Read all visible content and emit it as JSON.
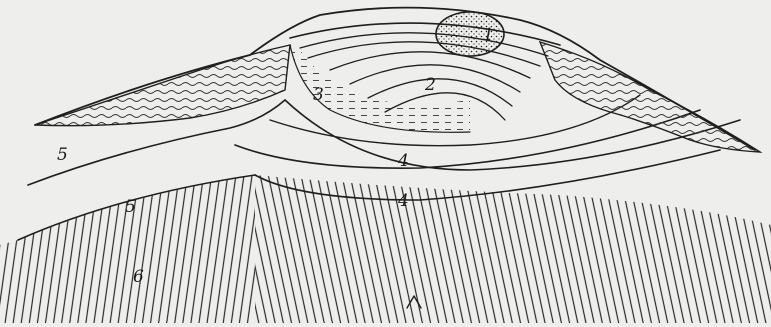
{
  "figure": {
    "background": "#eeeeec",
    "ink": "#1f1f1f",
    "strata_labels": [
      "1",
      "2",
      "3",
      "4",
      "4",
      "5",
      "5",
      "6"
    ]
  }
}
